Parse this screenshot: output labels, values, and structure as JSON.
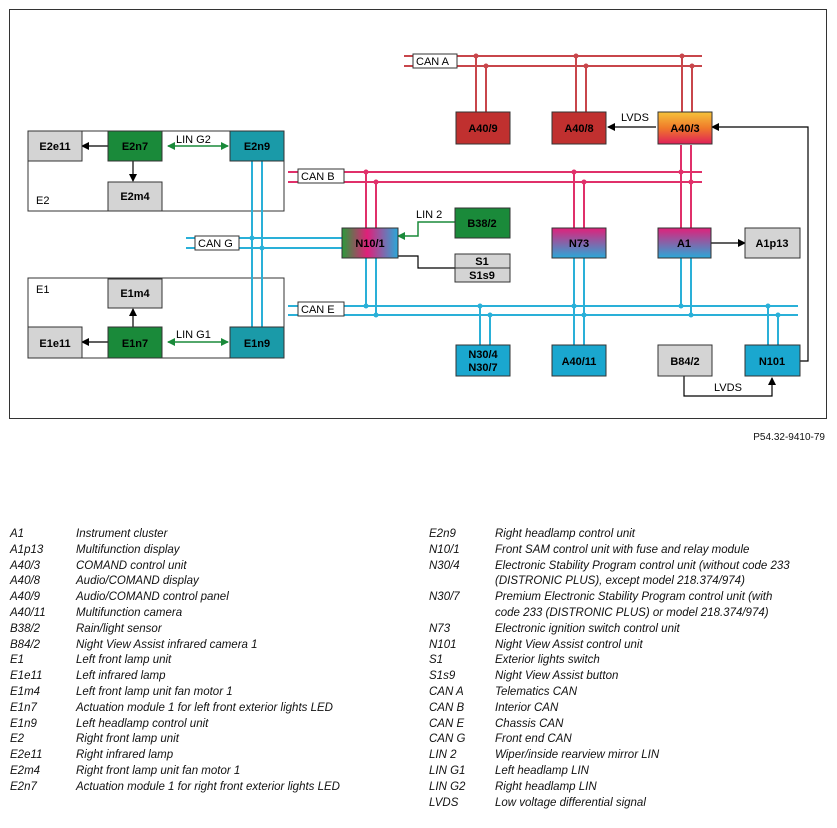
{
  "diagram": {
    "blocks": {
      "A40_9": "A40/9",
      "A40_8": "A40/8",
      "A40_3": "A40/3",
      "E2e11": "E2e11",
      "E2n7": "E2n7",
      "E2n9": "E2n9",
      "E2m4": "E2m4",
      "E2": "E2",
      "E1": "E1",
      "E1m4": "E1m4",
      "E1e11": "E1e11",
      "E1n7": "E1n7",
      "E1n9": "E1n9",
      "N10_1": "N10/1",
      "B38_2": "B38/2",
      "S1": "S1",
      "S1s9": "S1s9",
      "N73": "N73",
      "A1": "A1",
      "A1p13": "A1p13",
      "N30_4": "N30/4",
      "N30_7": "N30/7",
      "A40_11": "A40/11",
      "B84_2": "B84/2",
      "N101": "N101"
    },
    "buses": {
      "can_a": "CAN A",
      "can_b": "CAN B",
      "can_g": "CAN G",
      "can_e": "CAN E",
      "lin_g2": "LIN G2",
      "lin_g1": "LIN G1",
      "lin_2": "LIN 2",
      "lvds_top": "LVDS",
      "lvds_bottom": "LVDS"
    },
    "colors": {
      "red_bus": "#c8464b",
      "blue_bus": "#2ab0d8",
      "green_lin": "#1a8a3a",
      "green_block": "#1a8a3a",
      "teal_block": "#1a9aa8",
      "red_block": "#c0302f",
      "gray_block": "#d4d4d4",
      "blue_block": "#1aa7cf"
    }
  },
  "figure_id": "P54.32-9410-79",
  "legend_left": [
    {
      "code": "A1",
      "desc": "Instrument cluster"
    },
    {
      "code": "A1p13",
      "desc": "Multifunction display"
    },
    {
      "code": "A40/3",
      "desc": "COMAND control unit"
    },
    {
      "code": "A40/8",
      "desc": "Audio/COMAND display"
    },
    {
      "code": "A40/9",
      "desc": "Audio/COMAND control panel"
    },
    {
      "code": "A40/11",
      "desc": "Multifunction camera"
    },
    {
      "code": "B38/2",
      "desc": "Rain/light sensor"
    },
    {
      "code": "B84/2",
      "desc": "Night View Assist infrared camera 1"
    },
    {
      "code": "E1",
      "desc": "Left front lamp unit"
    },
    {
      "code": "E1e11",
      "desc": "Left infrared lamp"
    },
    {
      "code": "E1m4",
      "desc": "Left front lamp unit fan motor 1"
    },
    {
      "code": "E1n7",
      "desc": "Actuation module 1 for left front exterior lights LED"
    },
    {
      "code": "E1n9",
      "desc": "Left headlamp control unit"
    },
    {
      "code": "E2",
      "desc": "Right front lamp unit"
    },
    {
      "code": "E2e11",
      "desc": "Right infrared lamp"
    },
    {
      "code": "E2m4",
      "desc": "Right front lamp unit fan motor 1"
    },
    {
      "code": "E2n7",
      "desc": "Actuation module 1 for right front exterior lights LED"
    }
  ],
  "legend_right": [
    {
      "code": "E2n9",
      "desc": "Right headlamp control unit"
    },
    {
      "code": "N10/1",
      "desc": "Front SAM control unit with fuse and relay module"
    },
    {
      "code": "N30/4",
      "desc": "Electronic Stability Program control unit (without code 233\n(DISTRONIC PLUS), except model 218.374/974)"
    },
    {
      "code": "N30/7",
      "desc": "Premium Electronic Stability Program control unit (with\ncode 233 (DISTRONIC PLUS) or model 218.374/974)"
    },
    {
      "code": "N73",
      "desc": "Electronic ignition switch control unit"
    },
    {
      "code": "N101",
      "desc": "Night View Assist control unit"
    },
    {
      "code": "S1",
      "desc": "Exterior lights switch"
    },
    {
      "code": "S1s9",
      "desc": "Night View Assist button"
    },
    {
      "code": "CAN A",
      "desc": "Telematics CAN"
    },
    {
      "code": "CAN B",
      "desc": "Interior CAN"
    },
    {
      "code": "CAN E",
      "desc": "Chassis CAN"
    },
    {
      "code": "CAN G",
      "desc": "Front end CAN"
    },
    {
      "code": "LIN 2",
      "desc": "Wiper/inside rearview mirror LIN"
    },
    {
      "code": "LIN G1",
      "desc": "Left headlamp LIN"
    },
    {
      "code": "LIN G2",
      "desc": "Right headlamp LIN"
    },
    {
      "code": "LVDS",
      "desc": "Low voltage differential signal"
    }
  ]
}
